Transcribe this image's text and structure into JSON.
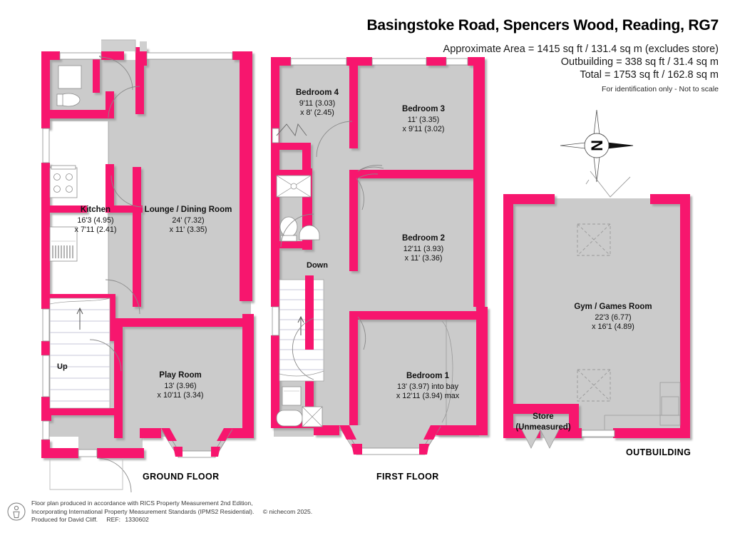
{
  "header": {
    "title": "Basingstoke Road, Spencers Wood, Reading, RG7",
    "area_line_1": "Approximate Area = 1415 sq ft / 131.4 sq m (excludes store)",
    "area_line_2": "Outbuilding = 338 sq ft / 31.4 sq m",
    "area_line_3": "Total = 1753 sq ft / 162.8 sq m",
    "disclaimer": "For identification only - Not to scale"
  },
  "compass": {
    "label": "N"
  },
  "colors": {
    "wall": "#F7156E",
    "wall_shadow": "#b9b9b9",
    "room_fill": "#cccccc",
    "room_fill_alt": "#d2d2d2",
    "outline": "#8a8a8a",
    "text": "#111111",
    "background": "#ffffff"
  },
  "floors": [
    {
      "id": "ground",
      "name": "GROUND FLOOR",
      "rooms": [
        {
          "id": "kitchen",
          "name": "Kitchen",
          "dim_1": "16'3 (4.95)",
          "dim_2": "x 7'11 (2.41)"
        },
        {
          "id": "lounge-dining",
          "name": "Lounge / Dining Room",
          "dim_1": "24' (7.32)",
          "dim_2": "x 11' (3.35)"
        },
        {
          "id": "play-room",
          "name": "Play Room",
          "dim_1": "13' (3.96)",
          "dim_2": "x 10'11 (3.34)"
        }
      ],
      "stairs_label": "Up"
    },
    {
      "id": "first",
      "name": "FIRST FLOOR",
      "rooms": [
        {
          "id": "bedroom-4",
          "name": "Bedroom 4",
          "dim_1": "9'11 (3.03)",
          "dim_2": "x 8' (2.45)"
        },
        {
          "id": "bedroom-3",
          "name": "Bedroom 3",
          "dim_1": "11' (3.35)",
          "dim_2": "x 9'11 (3.02)"
        },
        {
          "id": "bedroom-2",
          "name": "Bedroom 2",
          "dim_1": "12'11 (3.93)",
          "dim_2": "x 11' (3.36)"
        },
        {
          "id": "bedroom-1",
          "name": "Bedroom 1",
          "dim_1": "13' (3.97) into bay",
          "dim_2": "x 12'11 (3.94) max"
        }
      ],
      "stairs_label": "Down"
    },
    {
      "id": "outbuilding",
      "name": "OUTBUILDING",
      "rooms": [
        {
          "id": "gym-games",
          "name": "Gym / Games Room",
          "dim_1": "22'3 (6.77)",
          "dim_2": "x 16'1 (4.89)"
        },
        {
          "id": "store",
          "name": "Store",
          "dim_1": "(Unmeasured)",
          "dim_2": ""
        }
      ]
    }
  ],
  "footer": {
    "line_1": "Floor plan produced in accordance with RICS Property Measurement 2nd Edition,",
    "line_2": "Incorporating International Property Measurement Standards (IPMS2 Residential).",
    "copyright": "© nichecom 2025.",
    "line_3": "Produced for David Cliff.",
    "ref_label": "REF:",
    "ref_value": "1330602"
  }
}
